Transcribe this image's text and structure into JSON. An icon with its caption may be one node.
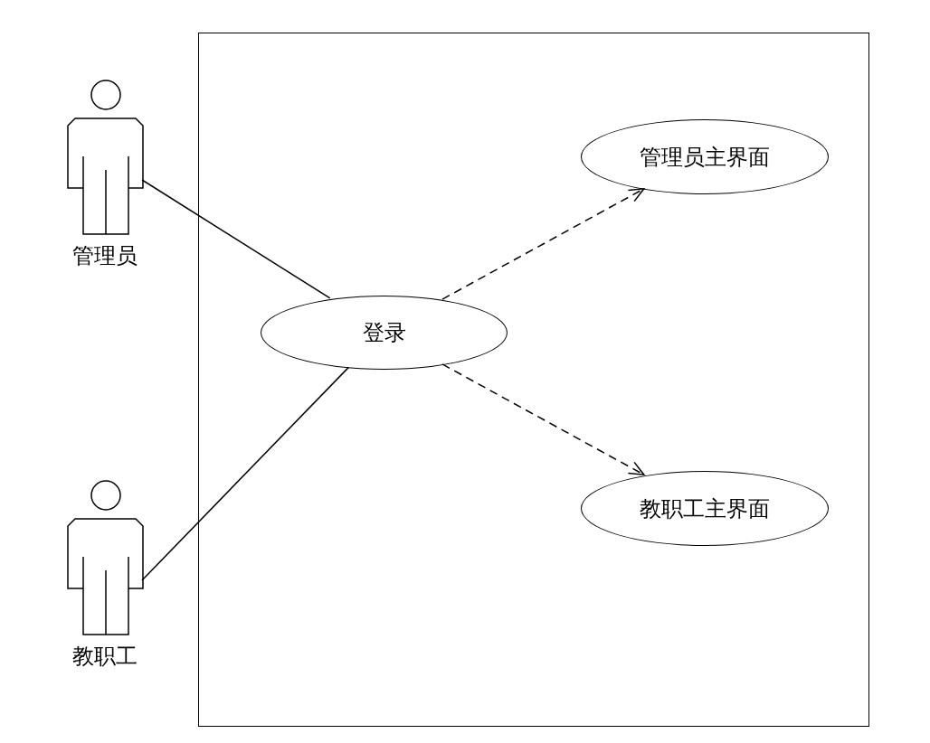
{
  "diagram": {
    "nodes": [
      {
        "text": [
          "管理员"
        ]
      },
      {
        "text": [
          "教职工"
        ]
      },
      {
        "text": [],
        "shape": "box"
      },
      {
        "text": [
          "登录"
        ],
        "in": 2
      },
      {
        "text": [
          "管理员主界面"
        ],
        "in": 2
      },
      {
        "text": [
          "教职工主界面"
        ],
        "in": 2
      }
    ],
    "edges": [
      {
        "from": 0,
        "to": 3,
        "arrow": "none"
      },
      {
        "from": 1,
        "to": 3,
        "arrow": "none"
      },
      {
        "from": 3,
        "to": 4,
        "arrow": "to",
        "style": "dashed"
      },
      {
        "from": 3,
        "to": 5,
        "arrow": "to",
        "style": "dashed"
      }
    ]
  }
}
